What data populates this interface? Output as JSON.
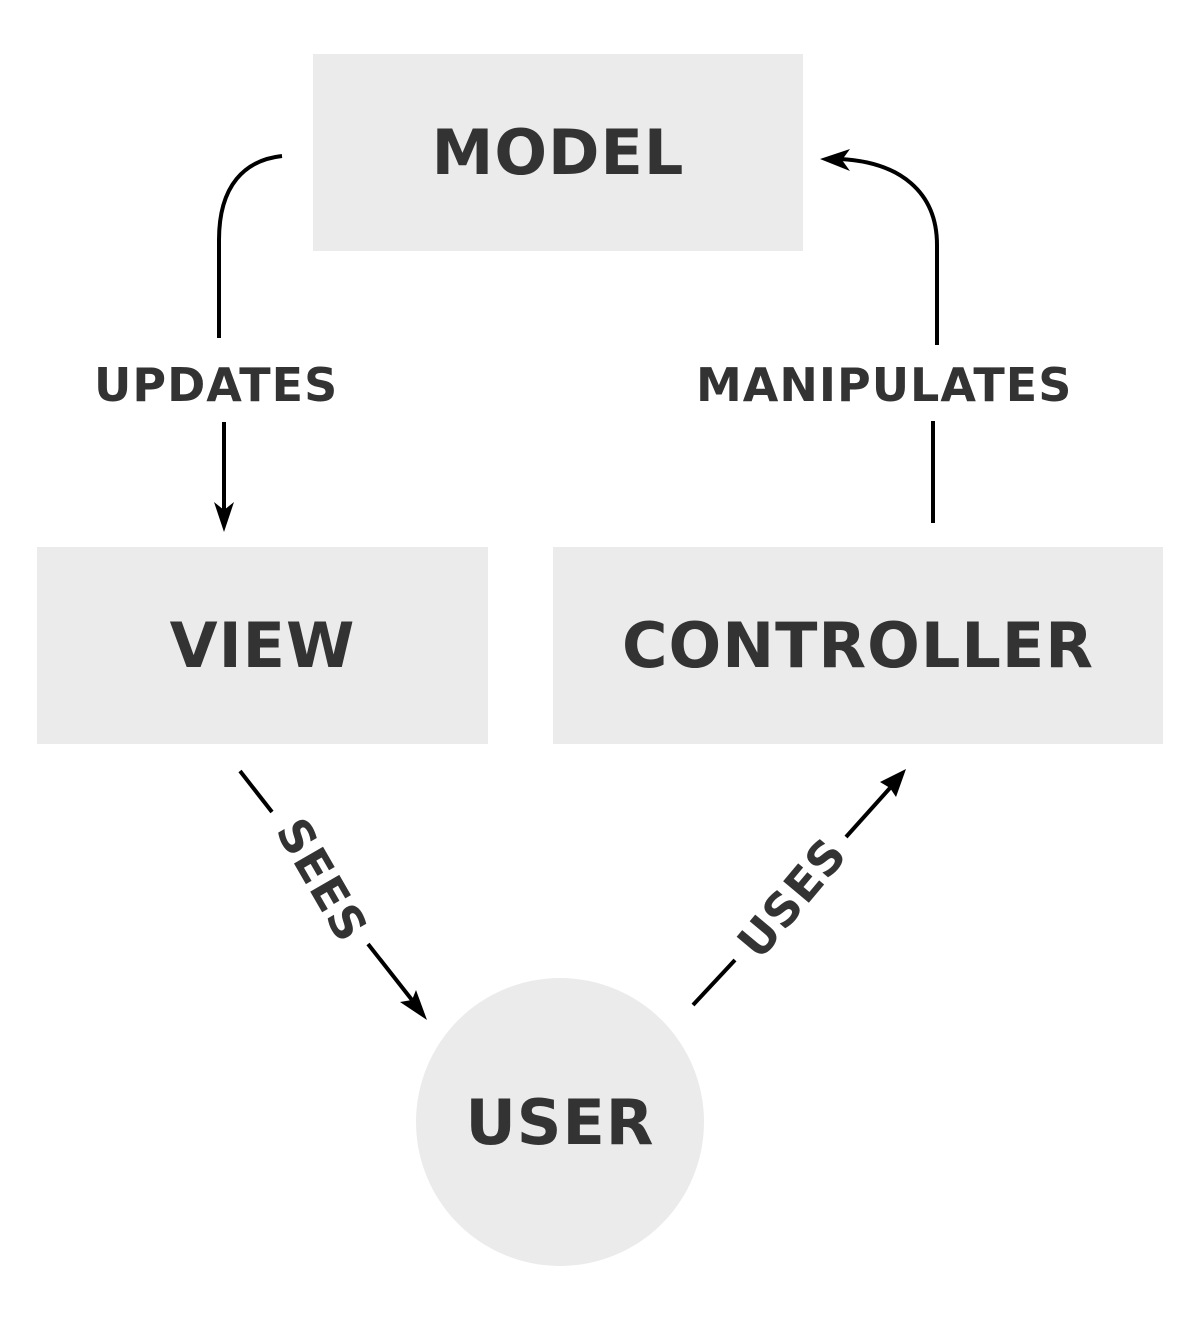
{
  "nodes": {
    "model": "MODEL",
    "view": "VIEW",
    "controller": "CONTROLLER",
    "user": "USER"
  },
  "edges": {
    "updates": "UPDATES",
    "manipulates": "MANIPULATES",
    "sees": "SEES",
    "uses": "USES"
  },
  "colors": {
    "node_fill": "#ebebeb",
    "text": "#333333",
    "arrow": "#000000"
  }
}
